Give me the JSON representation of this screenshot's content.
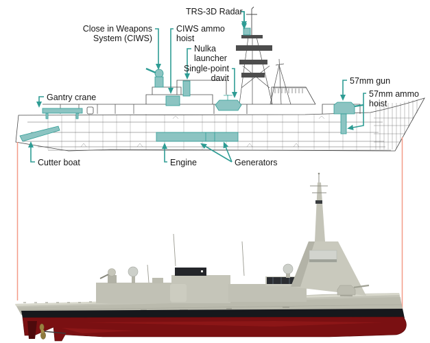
{
  "figure": {
    "kind": "annotated-ship-profile-diagram",
    "views": {
      "top": "line drawing with highlighted systems",
      "bottom": "rendered side profile"
    }
  },
  "colors": {
    "callout_teal": "#2E9C94",
    "highlight_fill": "#8CC4C2",
    "guide_salmon": "#F49B88",
    "drawing_stroke": "#474747",
    "render_grey": "#C3C3B7",
    "render_red_hull": "#7A1012",
    "waterline_black": "#16181C"
  },
  "callouts": [
    {
      "id": "trs-3d-radar",
      "lines": [
        "TRS-3D Radar"
      ]
    },
    {
      "id": "ciws",
      "lines": [
        "Close in Weapons",
        "System (CIWS)"
      ]
    },
    {
      "id": "ciws-ammo-hoist",
      "lines": [
        "CIWS ammo",
        "hoist"
      ]
    },
    {
      "id": "nulka-launcher",
      "lines": [
        "Nulka",
        "launcher"
      ]
    },
    {
      "id": "single-point-davit",
      "lines": [
        "Single-point",
        "davit"
      ]
    },
    {
      "id": "57mm-gun",
      "lines": [
        "57mm gun"
      ]
    },
    {
      "id": "57mm-ammo-hoist",
      "lines": [
        "57mm ammo",
        "hoist"
      ]
    },
    {
      "id": "gantry-crane",
      "lines": [
        "Gantry crane"
      ]
    },
    {
      "id": "cutter-boat",
      "lines": [
        "Cutter boat"
      ]
    },
    {
      "id": "engine",
      "lines": [
        "Engine"
      ]
    },
    {
      "id": "generators",
      "lines": [
        "Generators"
      ]
    }
  ]
}
